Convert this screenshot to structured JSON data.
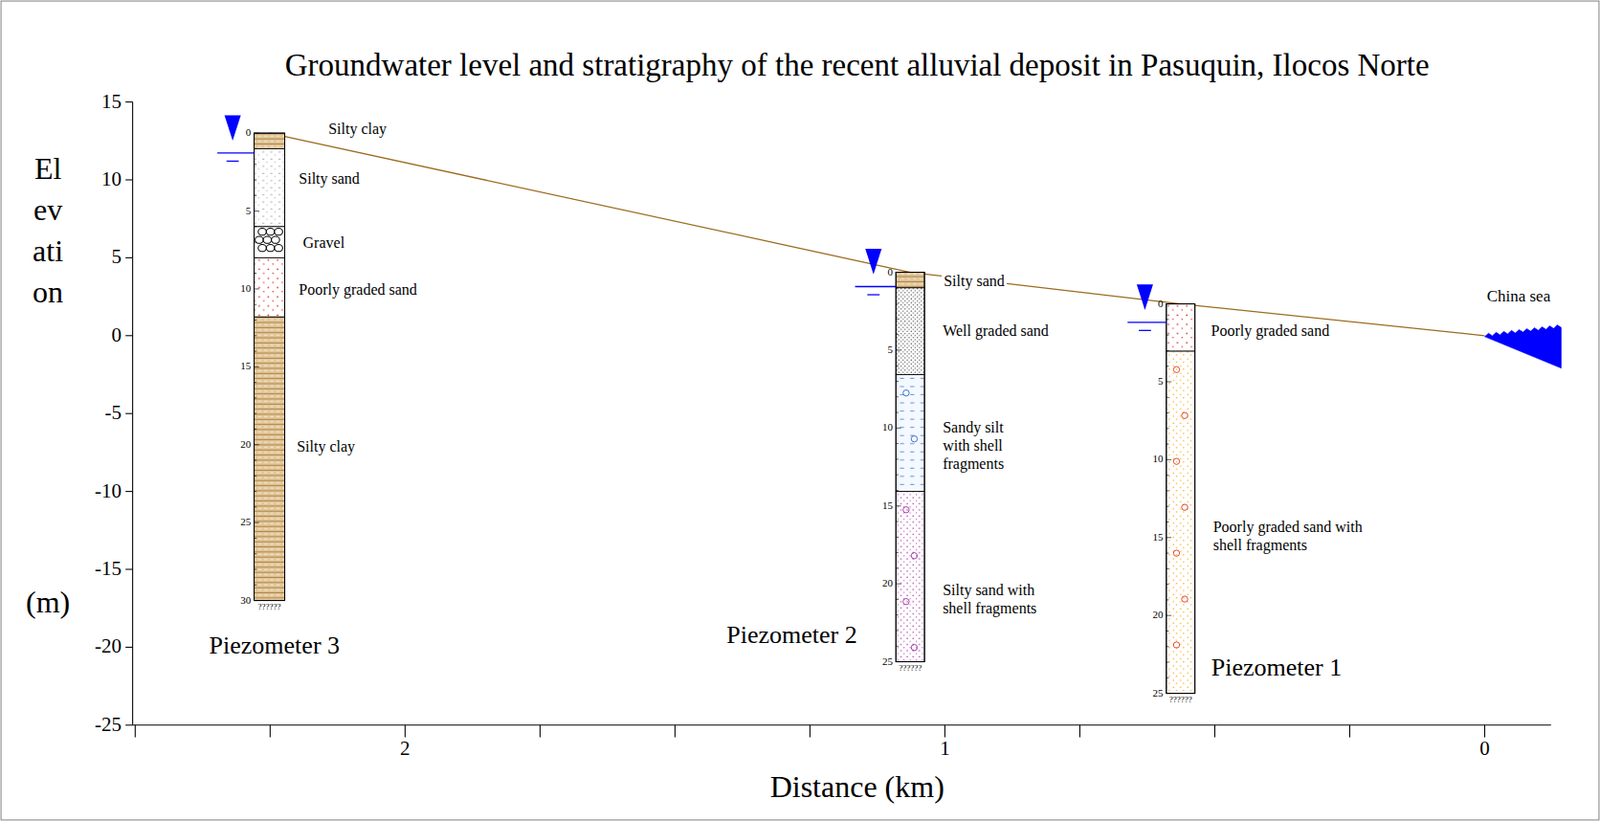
{
  "diagram": {
    "title": "Groundwater level and stratigraphy of the recent alluvial deposit in Pasuquin, Ilocos Norte",
    "labels": [
      "15",
      "10",
      "5",
      "0",
      "-5",
      "-10",
      "-15",
      "-20",
      "-25",
      "2",
      "1",
      "0",
      "Distance (km)",
      "Elevation",
      "(m)",
      "0",
      "5",
      "10",
      "15",
      "20",
      "25",
      "30",
      "0",
      "5",
      "10",
      "15",
      "20",
      "25",
      "0",
      "5",
      "10",
      "15",
      "20",
      "25",
      "??????",
      "??????",
      "??????",
      "Silty clay",
      "Silty sand",
      "Gravel",
      "Poorly graded sand",
      "Silty clay",
      "Silty sand",
      "Well graded sand",
      "Sandy silt with shell fragments",
      "Silty sand with shell fragments",
      "Poorly graded sand",
      "Poorly graded sand with shell fragments",
      "Piezometer 3",
      "Piezometer 2",
      "Piezometer 1",
      "China sea"
    ]
  }
}
